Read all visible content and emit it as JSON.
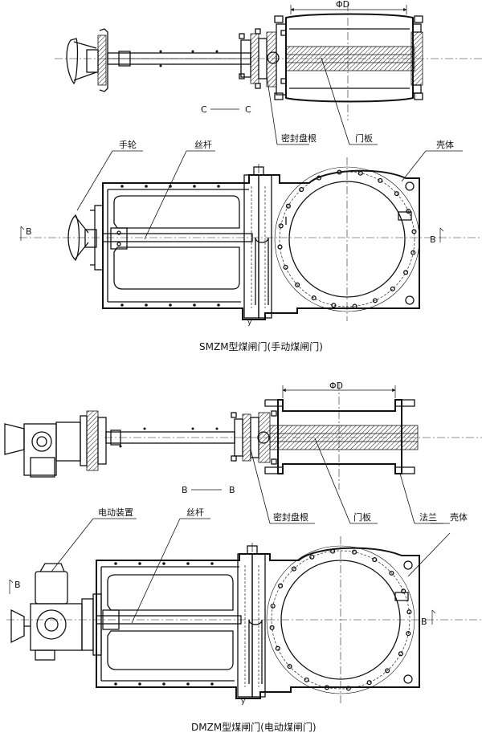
{
  "top_view_1": {
    "dimension": "ΦD",
    "section_mark": "C",
    "labels": {
      "seal_packing": "密封盘根",
      "gate_plate": "门板"
    }
  },
  "front_view_1": {
    "labels": {
      "handwheel": "手轮",
      "lead_screw": "丝杆",
      "housing": "壳体"
    },
    "section_mark": "B",
    "small_mark": "y",
    "caption": "SMZM型煤闸门(手动煤闸门)"
  },
  "top_view_2": {
    "dimension": "ΦD",
    "section_mark": "B",
    "labels": {
      "seal_packing": "密封盘根",
      "gate_plate": "门板",
      "flange": "法兰",
      "housing": "壳体"
    }
  },
  "front_view_2": {
    "labels": {
      "electric_device": "电动装置",
      "lead_screw": "丝杆"
    },
    "section_mark": "B",
    "small_mark": "y",
    "caption": "DMZM型煤闸门(电动煤闸门)"
  }
}
